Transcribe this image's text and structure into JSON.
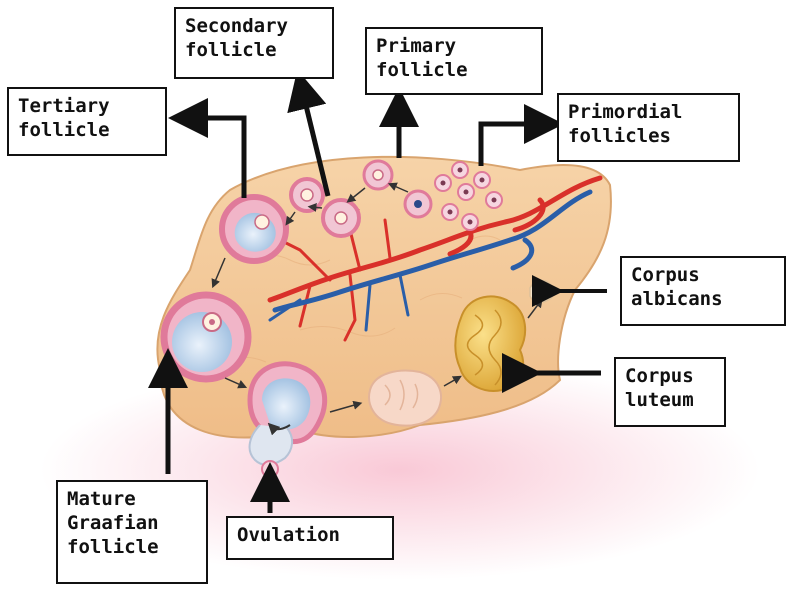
{
  "labels": {
    "secondary_follicle": "Secondary\nfollicle",
    "primary_follicle": "Primary\nfollicle",
    "tertiary_follicle": "Tertiary\nfollicle",
    "primordial_follicles": "Primordial\nfollicles",
    "corpus_albicans": "Corpus\nalbicans",
    "corpus_luteum": "Corpus\nluteum",
    "mature_graafian_follicle": "Mature\nGraafian\nfollicle",
    "ovulation": "Ovulation"
  },
  "colors": {
    "ovary_tissue": "#f3c99a",
    "ovary_edge": "#d9a46e",
    "artery": "#d9302a",
    "vein": "#2a5ea8",
    "follicle_ring": "#e07a9a",
    "antrum": "#c9dcef",
    "corpus_luteum": "#eec24a",
    "corpus_albicans": "#f5e3c8",
    "shadow_glow": "#f7b7c9",
    "arrow": "#111111"
  }
}
